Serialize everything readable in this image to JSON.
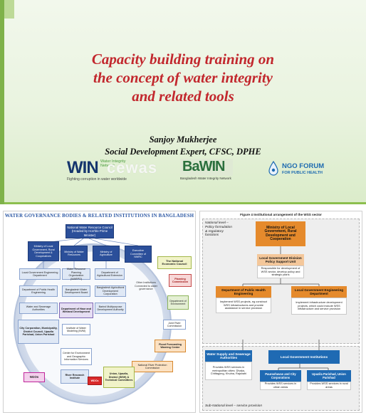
{
  "slide_top": {
    "title_lines": [
      "Capacity building training on",
      "the concept of water integrity",
      "and related tools"
    ],
    "presenter": "Sanjoy Mukherjee",
    "role": "Social Development Expert, CFSC, DPHE",
    "logos": {
      "win": {
        "name": "WIN",
        "sub": "Water Integrity Network",
        "tagline": "Fighting corruption in water worldwide"
      },
      "cewas": {
        "name": "cewas"
      },
      "bawin": {
        "name": "BaWIN",
        "tagline": "Bangladesh Water Integrity Network"
      },
      "ngo_forum": {
        "name": "NGO FORUM",
        "sub": "FOR PUBLIC HEALTH"
      }
    },
    "colors": {
      "title": "#c2272d",
      "background": "#e9f3df",
      "accent": "#7fb24a"
    }
  },
  "figure_left": {
    "title": "WATER GOVERNANCE BODIES & RELATED INSTITUTIONS IN BANGLADESH",
    "top": "National Water Resource Council (Headed by Hon'ble Prime Minister)",
    "ministries": [
      "Ministry of Local Government, Rural Development & Cooperatives",
      "Ministry of Water Resources",
      "Ministry of Agriculture",
      "Executive Committee of NWRC"
    ],
    "national_economic_council": "The National Economic Council",
    "planning_commission": "Planning Commission",
    "dept_environment": "Department of Environment",
    "joint_rivers": "Joint River Commission",
    "flood_forecasting": "Flood Forecasting Warning Center",
    "river_protection": "National River Protection Commission",
    "other_institutions": "Other Institutions Connected to water governance",
    "lgrd_col": [
      "Local Government Engineering Department",
      "Department of Public Health Engineering",
      "Water and Sewerage Authorities",
      "City Corporation, Municipality, District Council, Upazila Parishad, Union Parishad"
    ],
    "mowr_col": [
      "Water Resource Planning Organization (WARPO)",
      "Bangladesh Water Development Board",
      "Institute of Water Modeling (IWM)",
      "Center for Environment and Geographic Information Services"
    ],
    "moa_col": [
      "Department of Agricultural Extension",
      "Bangladesh Agricultural Development Corporation",
      "Barind Multipurpose Development Authority"
    ],
    "haor": "Department of Haor and Wetland Development",
    "ngos": "NGOs",
    "river_research": "River Research Institute",
    "wdcs": "WDCs",
    "union_committees": "Union, Upazila, District (WSH) & Technical Committees"
  },
  "figure_right": {
    "title": "Figure 4 Institutional arrangement of the WSS sector",
    "national_label": [
      "National level –",
      "Policy formulation",
      "& regulatory",
      "functions"
    ],
    "ministry": "Ministry of Local Government, Rural Development and Cooperation",
    "lgd_head": "Local Government Division Policy Support Unit",
    "lgd_body": "Responsible for development of WSS sector, develop policy and strategic plans",
    "dphe_head": "Department of Public Health Engineering",
    "dphe_body": "Implement WSS projects, eg construct WSS infrastructures and provide assistance in service provision",
    "lged_head": "Local Government Engineering Department",
    "lged_body": "Implement infrastructure development projects, which could include WSS infrastructure and service provision",
    "wasa_head": "Water Supply and Sewerage Authorities",
    "wasa_body": "Provides WSS services in metropolitan cities: Dhaka, Chittagong, Khulna, Rajshahi",
    "lgi_head": "Local Government Institutions",
    "paura_head": "Paurashavas and City Corporations",
    "paura_body": "Provides WSS services in urban areas",
    "upazila_head": "Upazila Parishad, Union Parishad",
    "upazila_body": "Provides WSS services in rural areas",
    "subnational_label": "Sub-National level – service provision"
  }
}
